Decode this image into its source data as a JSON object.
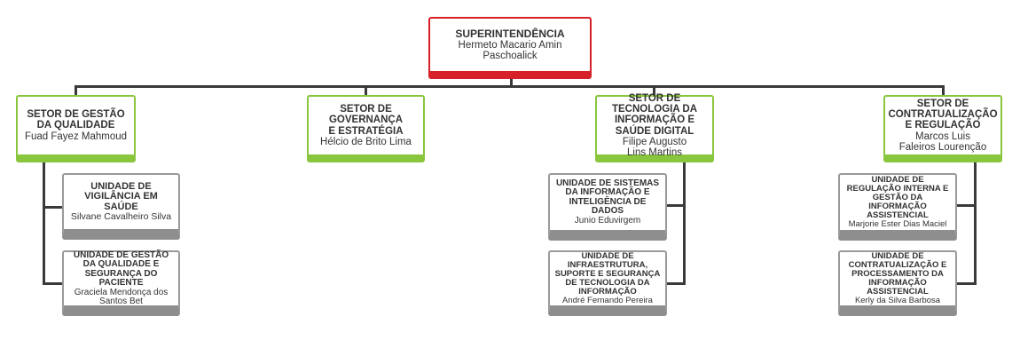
{
  "superintendencia": {
    "title": "SUPERINTENDÊNCIA",
    "name": "Hermeto Macario Amin Paschoalick",
    "color": "#d6202a"
  },
  "setores": [
    {
      "title": "SETOR DE GESTÃO DA QUALIDADE",
      "name": "Fuad Fayez Mahmoud"
    },
    {
      "title": "SETOR DE GOVERNANÇA E ESTRATÉGIA",
      "name": "Hélcio de Brito Lima"
    },
    {
      "title": "SETOR DE TECNOLOGIA DA INFORMAÇÃO E SAÚDE DIGITAL",
      "name": "Filipe Augusto Lins Martins"
    },
    {
      "title": "SETOR DE CONTRATUALIZAÇÃO E REGULAÇÃO",
      "name": "Marcos Luis Faleiros Lourenção"
    }
  ],
  "unidades": {
    "qualidade": [
      {
        "title": "UNIDADE DE VIGILÂNCIA EM SAÚDE",
        "name": "Silvane Cavalheiro Silva"
      },
      {
        "title": "UNIDADE DE GESTÃO DA QUALIDADE E SEGURANÇA DO PACIENTE",
        "name": "Graciela Mendonça dos Santos Bet"
      }
    ],
    "tecnologia": [
      {
        "title": "UNIDADE DE SISTEMAS DA INFORMAÇÃO E INTELIGÊNCIA DE DADOS",
        "name": "Junio Eduvirgem"
      },
      {
        "title": "UNIDADE DE INFRAESTRUTURA, SUPORTE E SEGURANÇA DE TECNOLOGIA DA INFORMAÇÃO",
        "name": "André Fernando Pereira"
      }
    ],
    "contratualizacao": [
      {
        "title": "UNIDADE DE REGULAÇÃO INTERNA E GESTÃO DA INFORMAÇÃO ASSISTENCIAL",
        "name": "Marjorie Ester Dias Maciel"
      },
      {
        "title": "UNIDADE DE CONTRATUALIZAÇÃO E PROCESSAMENTO DA INFORMAÇÃO ASSISTENCIAL",
        "name": "Kerly da Silva Barbosa"
      }
    ]
  },
  "colors": {
    "setor": "#8ac53e",
    "unidade": "#8e8e8e",
    "connector": "#3a3a3a"
  }
}
